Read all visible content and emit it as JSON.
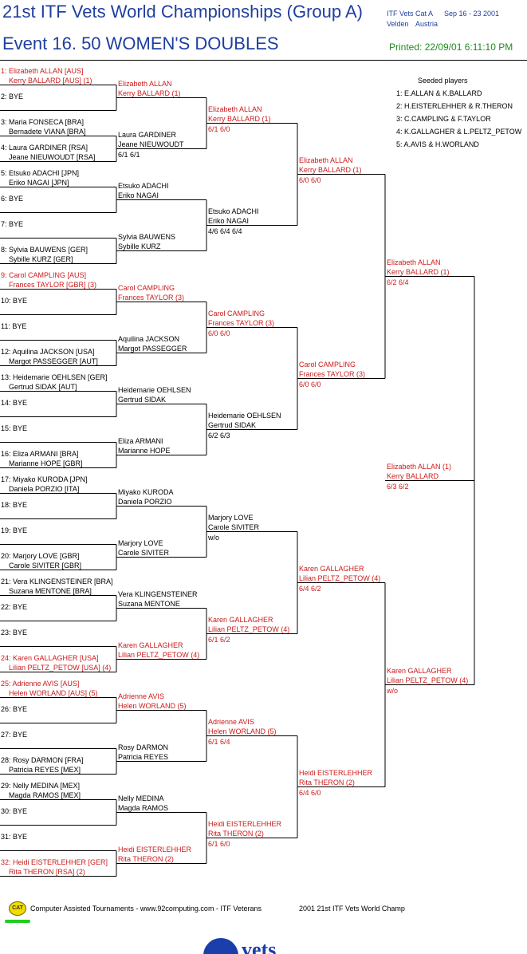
{
  "header": {
    "title": "21st ITF Vets World Championships (Group A)",
    "event": "Event 16. 50 WOMEN'S DOUBLES",
    "cat": "ITF Vets Cat A",
    "dates": "Sep 16 - 23 2001",
    "venue": "Velden",
    "country": "Austria",
    "printed": "Printed: 22/09/01 6:11:10 PM"
  },
  "seeds": {
    "title": "Seeded players",
    "list": [
      "1: E.ALLAN & K.BALLARD",
      "2: H.EISTERLEHHER & R.THERON",
      "3: C.CAMPLING & F.TAYLOR",
      "4: K.GALLAGHER & L.PELTZ_PETOW",
      "5: A.AVIS & H.WORLAND"
    ]
  },
  "colors": {
    "winner": "#cc1a1a",
    "normal": "#000000",
    "title": "#1f3fa0",
    "printed": "#1e8c1e"
  },
  "round1": [
    {
      "l1": "1: Elizabeth ALLAN [AUS]",
      "l2": "Kerry BALLARD [AUS] (1)",
      "red": true
    },
    {
      "l1": "2: BYE",
      "l2": "",
      "red": false
    },
    {
      "l1": "3: Maria FONSECA [BRA]",
      "l2": "Bernadete VIANA [BRA]",
      "red": false
    },
    {
      "l1": "4: Laura GARDINER [RSA]",
      "l2": "Jeane NIEUWOUDT [RSA]",
      "red": false
    },
    {
      "l1": "5: Etsuko ADACHI [JPN]",
      "l2": "Eriko NAGAI [JPN]",
      "red": false
    },
    {
      "l1": "6: BYE",
      "l2": "",
      "red": false
    },
    {
      "l1": "7: BYE",
      "l2": "",
      "red": false
    },
    {
      "l1": "8: Sylvia BAUWENS [GER]",
      "l2": "Sybille KURZ [GER]",
      "red": false
    },
    {
      "l1": "9: Carol CAMPLING [AUS]",
      "l2": "Frances TAYLOR [GBR] (3)",
      "red": true
    },
    {
      "l1": "10: BYE",
      "l2": "",
      "red": false
    },
    {
      "l1": "11: BYE",
      "l2": "",
      "red": false
    },
    {
      "l1": "12: Aquilina JACKSON [USA]",
      "l2": "Margot PASSEGGER [AUT]",
      "red": false
    },
    {
      "l1": "13: Heidemarie OEHLSEN [GER]",
      "l2": "Gertrud SIDAK [AUT]",
      "red": false
    },
    {
      "l1": "14: BYE",
      "l2": "",
      "red": false
    },
    {
      "l1": "15: BYE",
      "l2": "",
      "red": false
    },
    {
      "l1": "16: Eliza ARMANI [BRA]",
      "l2": "Marianne HOPE [GBR]",
      "red": false
    },
    {
      "l1": "17: Miyako KURODA [JPN]",
      "l2": "Daniela PORZIO [ITA]",
      "red": false
    },
    {
      "l1": "18: BYE",
      "l2": "",
      "red": false
    },
    {
      "l1": "19: BYE",
      "l2": "",
      "red": false
    },
    {
      "l1": "20: Marjory LOVE [GBR]",
      "l2": "Carole SIVITER [GBR]",
      "red": false
    },
    {
      "l1": "21: Vera KLINGENSTEINER [BRA]",
      "l2": "Suzana MENTONE [BRA]",
      "red": false
    },
    {
      "l1": "22: BYE",
      "l2": "",
      "red": false
    },
    {
      "l1": "23: BYE",
      "l2": "",
      "red": false
    },
    {
      "l1": "24: Karen GALLAGHER [USA]",
      "l2": "Lilian PELTZ_PETOW [USA] (4)",
      "red": true
    },
    {
      "l1": "25: Adrienne AVIS [AUS]",
      "l2": "Helen WORLAND [AUS] (5)",
      "red": true
    },
    {
      "l1": "26: BYE",
      "l2": "",
      "red": false
    },
    {
      "l1": "27: BYE",
      "l2": "",
      "red": false
    },
    {
      "l1": "28: Rosy DARMON [FRA]",
      "l2": "Patricia REYES [MEX]",
      "red": false
    },
    {
      "l1": "29: Nelly MEDINA [MEX]",
      "l2": "Magda RAMOS [MEX]",
      "red": false
    },
    {
      "l1": "30: BYE",
      "l2": "",
      "red": false
    },
    {
      "l1": "31: BYE",
      "l2": "",
      "red": false
    },
    {
      "l1": "32: Heidi EISTERLEHHER [GER]",
      "l2": "Rita THERON [RSA] (2)",
      "red": true
    }
  ],
  "round2": [
    {
      "l1": "Elizabeth ALLAN",
      "l2": "Kerry BALLARD (1)",
      "score": "",
      "red": true
    },
    {
      "l1": "Laura GARDINER",
      "l2": "Jeane NIEUWOUDT",
      "score": "6/1 6/1",
      "red": false
    },
    {
      "l1": "Etsuko ADACHI",
      "l2": "Eriko NAGAI",
      "score": "",
      "red": false
    },
    {
      "l1": "Sylvia BAUWENS",
      "l2": "Sybille KURZ",
      "score": "",
      "red": false
    },
    {
      "l1": "Carol CAMPLING",
      "l2": "Frances TAYLOR (3)",
      "score": "",
      "red": true
    },
    {
      "l1": "Aquilina JACKSON",
      "l2": "Margot PASSEGGER",
      "score": "",
      "red": false
    },
    {
      "l1": "Heidemarie OEHLSEN",
      "l2": "Gertrud SIDAK",
      "score": "",
      "red": false
    },
    {
      "l1": "Eliza ARMANI",
      "l2": "Marianne HOPE",
      "score": "",
      "red": false
    },
    {
      "l1": "Miyako KURODA",
      "l2": "Daniela PORZIO",
      "score": "",
      "red": false
    },
    {
      "l1": "Marjory LOVE",
      "l2": "Carole SIVITER",
      "score": "",
      "red": false
    },
    {
      "l1": "Vera KLINGENSTEINER",
      "l2": "Suzana MENTONE",
      "score": "",
      "red": false
    },
    {
      "l1": "Karen GALLAGHER",
      "l2": "Lilian PELTZ_PETOW (4)",
      "score": "",
      "red": true
    },
    {
      "l1": "Adrienne AVIS",
      "l2": "Helen WORLAND (5)",
      "score": "",
      "red": true
    },
    {
      "l1": "Rosy DARMON",
      "l2": "Patricia REYES",
      "score": "",
      "red": false
    },
    {
      "l1": "Nelly MEDINA",
      "l2": "Magda RAMOS",
      "score": "",
      "red": false
    },
    {
      "l1": "Heidi EISTERLEHHER",
      "l2": "Rita THERON (2)",
      "score": "",
      "red": true
    }
  ],
  "round3": [
    {
      "l1": "Elizabeth ALLAN",
      "l2": "Kerry BALLARD (1)",
      "score": "6/1 6/0",
      "red": true
    },
    {
      "l1": "Etsuko ADACHI",
      "l2": "Eriko NAGAI",
      "score": "4/6 6/4 6/4",
      "red": false
    },
    {
      "l1": "Carol CAMPLING",
      "l2": "Frances TAYLOR (3)",
      "score": "6/0 6/0",
      "red": true
    },
    {
      "l1": "Heidemarie OEHLSEN",
      "l2": "Gertrud SIDAK",
      "score": "6/2 6/3",
      "red": false
    },
    {
      "l1": "Marjory LOVE",
      "l2": "Carole SIVITER",
      "score": "w/o",
      "red": false
    },
    {
      "l1": "Karen GALLAGHER",
      "l2": "Lilian PELTZ_PETOW (4)",
      "score": "6/1 6/2",
      "red": true
    },
    {
      "l1": "Adrienne AVIS",
      "l2": "Helen WORLAND (5)",
      "score": "6/1 6/4",
      "red": true
    },
    {
      "l1": "Heidi EISTERLEHHER",
      "l2": "Rita THERON (2)",
      "score": "6/1 6/0",
      "red": true
    }
  ],
  "round4": [
    {
      "l1": "Elizabeth ALLAN",
      "l2": "Kerry BALLARD (1)",
      "score": "6/0 6/0",
      "red": true
    },
    {
      "l1": "Carol CAMPLING",
      "l2": "Frances TAYLOR (3)",
      "score": "6/0 6/0",
      "red": true
    },
    {
      "l1": "Karen GALLAGHER",
      "l2": "Lilian PELTZ_PETOW (4)",
      "score": "6/4 6/2",
      "red": true
    },
    {
      "l1": "Heidi EISTERLEHHER",
      "l2": "Rita THERON (2)",
      "score": "6/4 6/0",
      "red": true
    }
  ],
  "round5": [
    {
      "l1": "Elizabeth ALLAN",
      "l2": "Kerry BALLARD (1)",
      "score": "6/2 6/4",
      "red": true
    },
    {
      "l1": "Karen GALLAGHER",
      "l2": "Lilian PELTZ_PETOW (4)",
      "score": "w/o",
      "red": true
    }
  ],
  "final": {
    "l1": "Elizabeth ALLAN (1)",
    "l2": "Kerry BALLARD",
    "score": "6/3 6/2",
    "red": true
  },
  "footer": {
    "badge": "CAT",
    "text": "Computer Assisted Tournaments - www.92computing.com -  ITF Veterans",
    "right": "2001 21st ITF Vets World Champ",
    "logo_text": "vets"
  }
}
